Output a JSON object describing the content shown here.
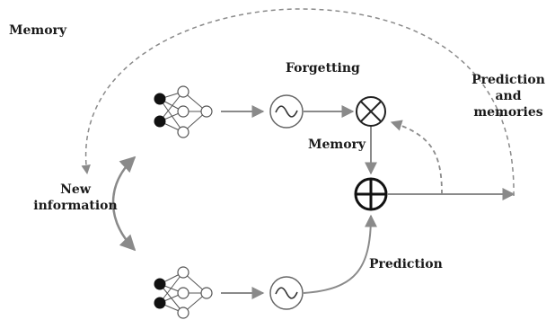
{
  "labels": {
    "memory_top": "Memory",
    "forgetting": "Forgetting",
    "memory_mid": "Memory",
    "new_info_line1": "New",
    "new_info_line2": "information",
    "prediction": "Prediction",
    "pred_mem_line1": "Prediction",
    "pred_mem_line2": "and",
    "pred_mem_line3": "memories"
  },
  "icons": {
    "network": "neural-network-icon",
    "activation": "tilde-activation-icon",
    "multiply": "circled-times-icon",
    "add": "circled-plus-icon"
  },
  "colors": {
    "arrow": "#8a8a8a",
    "stroke": "#555555",
    "text": "#1a1a1a"
  }
}
